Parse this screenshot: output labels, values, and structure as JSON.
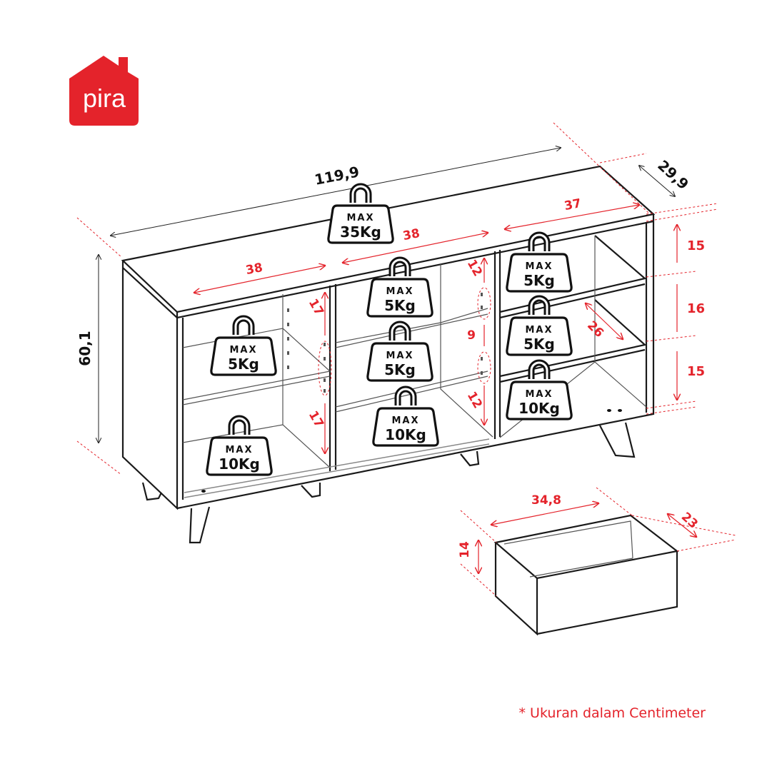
{
  "brand": {
    "name": "pira",
    "color": "#e4232b"
  },
  "dimensions": {
    "width": "119,9",
    "depth": "29,9",
    "height": "60,1",
    "left_compartment_width": "38",
    "middle_compartment_width": "38",
    "right_compartment_width": "37",
    "left_upper_height": "17",
    "left_lower_height": "17",
    "middle_top_height": "12",
    "middle_mid_height": "9",
    "middle_bottom_height": "12",
    "right_top_height": "15",
    "right_mid_height": "16",
    "right_bottom_height": "15",
    "right_shelf_depth": "26",
    "drawer_width": "34,8",
    "drawer_depth": "23",
    "drawer_height": "14"
  },
  "weights": {
    "max_label": "MAX",
    "top": "35Kg",
    "left_shelf": "5Kg",
    "left_bottom": "10Kg",
    "middle_upper": "5Kg",
    "middle_lower": "5Kg",
    "middle_bottom": "10Kg",
    "right_upper": "5Kg",
    "right_middle": "5Kg",
    "right_bottom": "10Kg"
  },
  "footnote": "* Ukuran dalam Centimeter"
}
